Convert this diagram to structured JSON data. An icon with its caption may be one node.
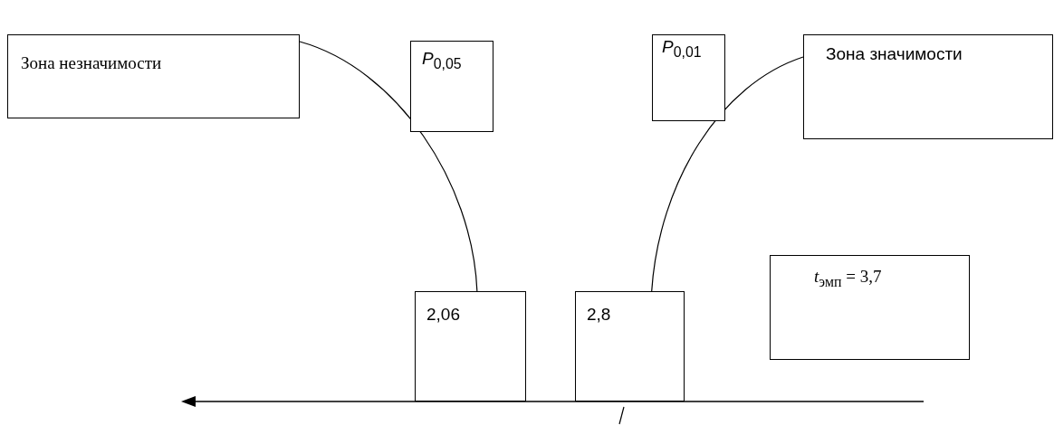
{
  "diagram": {
    "nodes": [
      {
        "text": [
          "Зона незначимости"
        ]
      },
      {
        "text": [
          "*P*$_{0,05}$"
        ]
      },
      {
        "text": [
          "*P*$_{0,01}$"
        ]
      },
      {
        "text": [
          "Зона значимости"
        ]
      },
      {
        "text": [
          "2,06"
        ]
      },
      {
        "text": [
          "2,8"
        ]
      },
      {
        "text": [
          "*t*$_{эмп}$ = 3,7"
        ]
      }
    ],
    "edges": [
      {
        "from": 0,
        "to": 4,
        "arrow": "none"
      },
      {
        "from": 3,
        "to": 5,
        "arrow": "none"
      }
    ]
  }
}
